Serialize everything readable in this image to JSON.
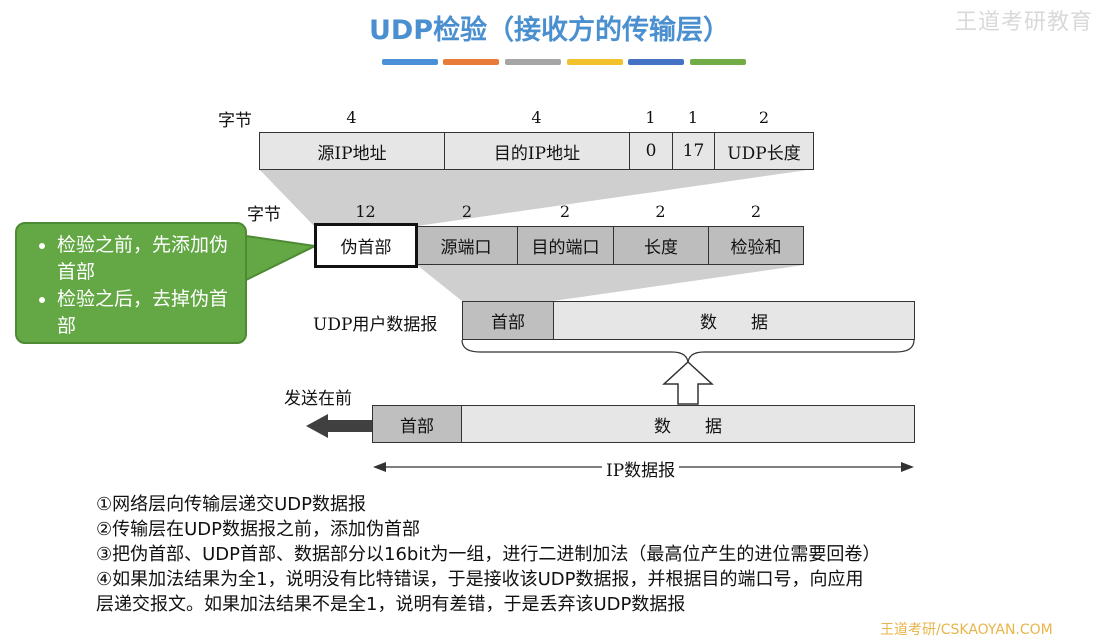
{
  "title": "UDP检验（接收方的传输层）",
  "watermark": "王道考研教育",
  "color_bars": [
    "#4a90d9",
    "#e87a3a",
    "#a6a6a6",
    "#f2c12e",
    "#4472c4",
    "#70ad47"
  ],
  "pseudo_header": {
    "bytes_label": "字节",
    "byte_counts": [
      "4",
      "4",
      "1",
      "1",
      "2"
    ],
    "fields": [
      "源IP地址",
      "目的IP地址",
      "0",
      "17",
      "UDP长度"
    ]
  },
  "udp_header": {
    "bytes_label": "字节",
    "byte_counts": [
      "12",
      "2",
      "2",
      "2",
      "2"
    ],
    "fields": [
      "伪首部",
      "源端口",
      "目的端口",
      "长度",
      "检验和"
    ]
  },
  "callout": {
    "items": [
      "检验之前，先添加伪首部",
      "检验之后，去掉伪首部"
    ]
  },
  "udp_datagram": {
    "label": "UDP用户数据报",
    "header": "首部",
    "data": "数　　据"
  },
  "ip_datagram": {
    "send_first": "发送在前",
    "header": "首部",
    "data": "数　　据",
    "span_label": "IP数据报"
  },
  "steps": [
    "①网络层向传输层递交UDP数据报",
    "②传输层在UDP数据报之前，添加伪首部",
    "③把伪首部、UDP首部、数据部分以16bit为一组，进行二进制加法（最高位产生的进位需要回卷）",
    "④如果加法结果为全1，说明没有比特错误，于是接收该UDP数据报，并根据目的端口号，向应用",
    "层递交报文。如果加法结果不是全1，说明有差错，于是丢弃该UDP数据报"
  ],
  "footer": "王道考研/CSKAOYAN.COM"
}
